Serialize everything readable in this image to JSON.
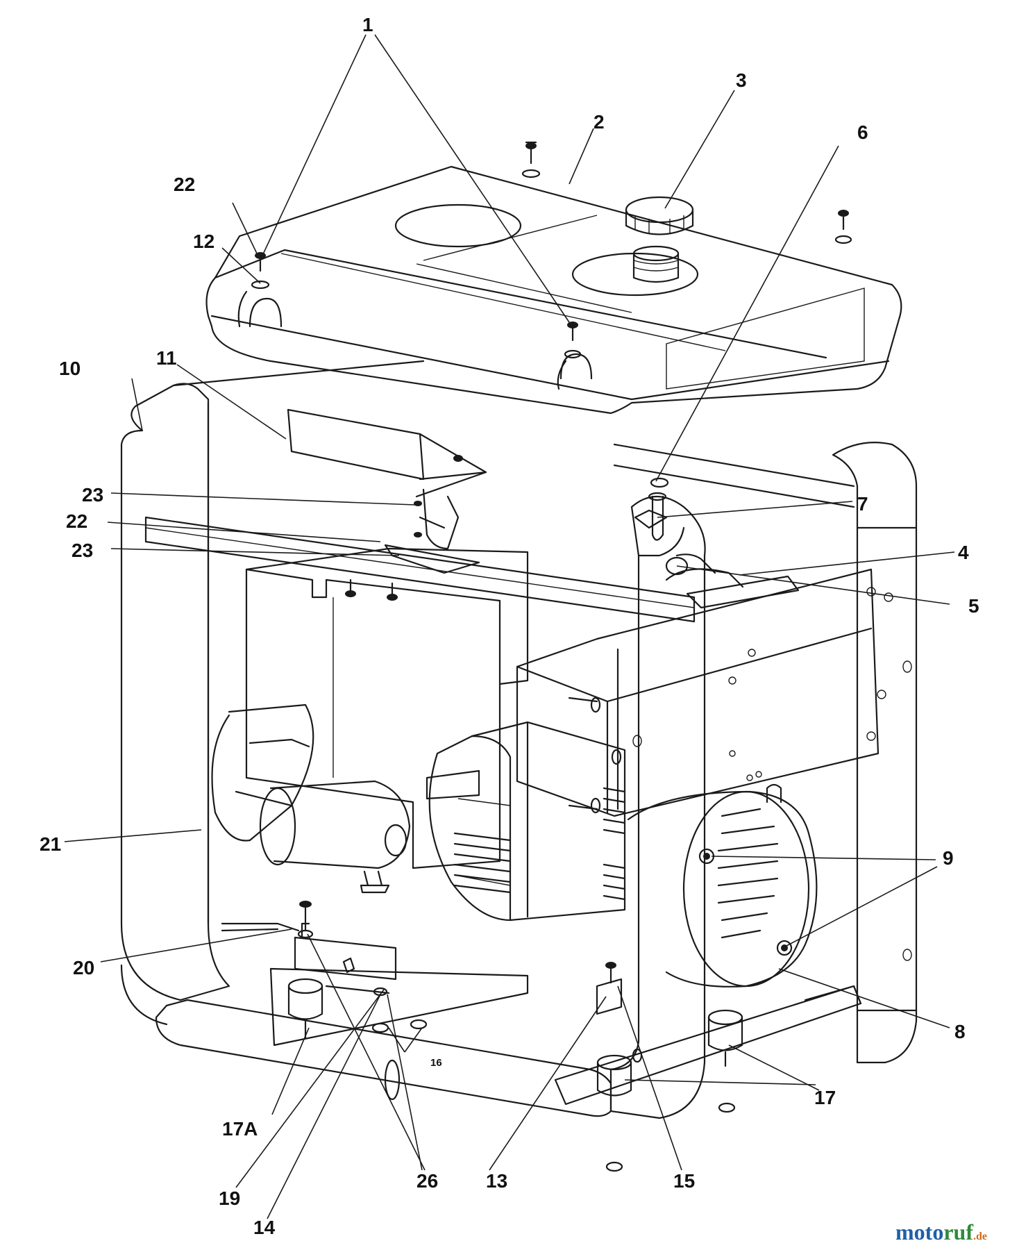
{
  "callouts": [
    {
      "id": "c1",
      "label": "1"
    },
    {
      "id": "c2",
      "label": "2"
    },
    {
      "id": "c3",
      "label": "3"
    },
    {
      "id": "c4",
      "label": "4"
    },
    {
      "id": "c5",
      "label": "5"
    },
    {
      "id": "c6",
      "label": "6"
    },
    {
      "id": "c7",
      "label": "7"
    },
    {
      "id": "c8",
      "label": "8"
    },
    {
      "id": "c9",
      "label": "9"
    },
    {
      "id": "c10",
      "label": "10"
    },
    {
      "id": "c11",
      "label": "11"
    },
    {
      "id": "c12",
      "label": "12"
    },
    {
      "id": "c13",
      "label": "13"
    },
    {
      "id": "c14",
      "label": "14"
    },
    {
      "id": "c15",
      "label": "15"
    },
    {
      "id": "c16",
      "label": "16"
    },
    {
      "id": "c17",
      "label": "17"
    },
    {
      "id": "c17a",
      "label": "17A"
    },
    {
      "id": "c19",
      "label": "19"
    },
    {
      "id": "c20",
      "label": "20"
    },
    {
      "id": "c21",
      "label": "21"
    },
    {
      "id": "c22a",
      "label": "22"
    },
    {
      "id": "c22b",
      "label": "22"
    },
    {
      "id": "c23a",
      "label": "23"
    },
    {
      "id": "c23b",
      "label": "23"
    },
    {
      "id": "c26",
      "label": "26"
    }
  ],
  "watermark": {
    "part1": "moto",
    "part2": "ruf",
    "part3": ".de"
  }
}
